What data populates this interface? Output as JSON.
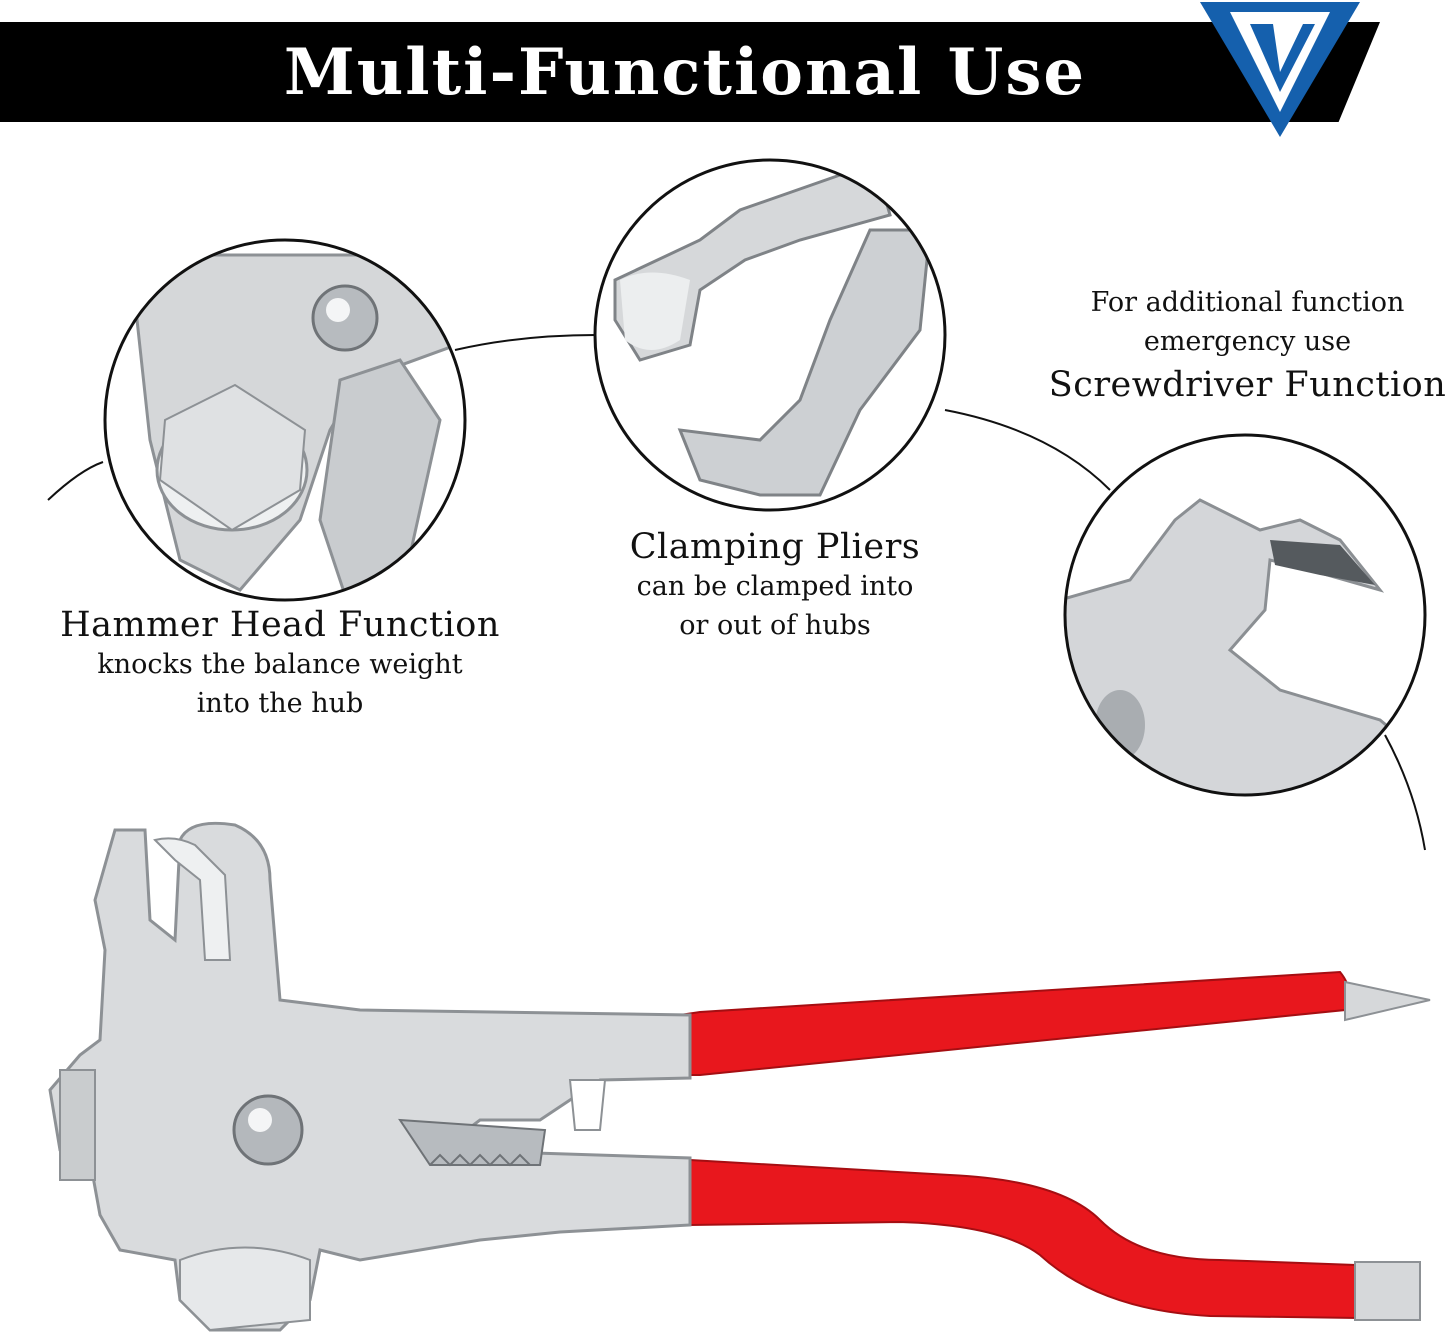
{
  "banner": {
    "title": "Multi-Functional Use"
  },
  "logo": {
    "icon": "v-chevron-logo-icon",
    "color_primary": "#1560ad",
    "color_secondary": "#ffffff"
  },
  "features": [
    {
      "title": "Hammer Head Function",
      "lines": [
        "knocks the balance weight",
        "into the hub"
      ],
      "icon": "hammer-head-closeup"
    },
    {
      "title": "Clamping Pliers",
      "lines": [
        "can be clamped into",
        "or out of hubs"
      ],
      "icon": "clamping-jaws-closeup"
    },
    {
      "title": "Screwdriver Function",
      "lines": [
        "For additional function",
        "emergency use"
      ],
      "icon": "screwdriver-tip-closeup"
    }
  ],
  "colors": {
    "handle": "#e8171d",
    "metal": "#d9dbdd",
    "metal_dark": "#9ea2a6"
  }
}
